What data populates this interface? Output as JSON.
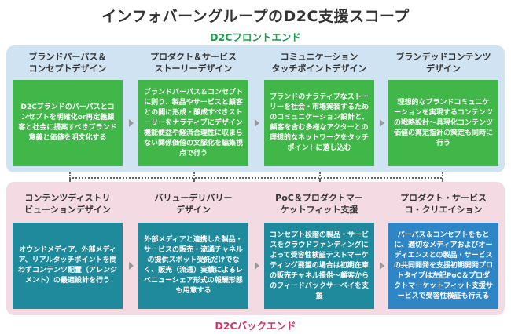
{
  "title": "インフォバーングループのD2C支援スコープ",
  "front": {
    "label": "D2Cフロントエンド",
    "columns": [
      {
        "title": "ブランドパーパス＆\nコンセプトデザイン",
        "body": "D2Cブランドのパーパスとコンセプトを明確化or再定義顧客と社会に提案すべきブランド意義と価値を明文化する"
      },
      {
        "title": "プロダクト＆サービス\nストーリーデザイン",
        "body": "ブランドパーパス＆コンセプトに則り、製品やサービスと顧客との間に形成・醸成すべきストーリーをナラティブにデザイン機能便益や経済合理性に収まらない関係価値の文脈化を編集視点で行う"
      },
      {
        "title": "コミュニケーション\nタッチポイントデザイン",
        "body": "ブランドのナラティブなストーリーを社会・市場実装するためのコミュニケーション設計と、顧客を含む多様なアクターとの理想的なネットワークをタッチポイントに落し込む"
      },
      {
        "title": "ブランデッドコンテンツ\nデザイン",
        "body": "理想的なブランドコミュニケーションを実現するコンテンツの戦略設計〜具現化コンテンツ価値の算定指針の策定も同時に行う"
      }
    ]
  },
  "back": {
    "label": "D2Cバックエンド",
    "columns": [
      {
        "title": "コンテンツディストリ\nビューションデザイン",
        "body": "オウンドメディア、外部メディア、リアルタッチポイントを問わずコンテンツ配置（アレンジメント）の最適設計を行う"
      },
      {
        "title": "バリューデリバリー\nデザイン",
        "body": "外部メディアと連携した製品・サービスの販売・流通チャネルの提供スポット受託だけでなく、販売（流通）実績によるレベニューシェア形式の報酬形態も用意する"
      },
      {
        "title": "PoC＆プロダクトマー\nケットフィット支援",
        "body": "コンセプト段階の製品・サービスをクラウドファンディングによって受容性検証テストマーケティング要望の場合は初期在庫の販売チャネル提供〜顧客からのフィードバックサーベイを支援"
      },
      {
        "title": "プロダクト・サービス\nコ・クリエイション",
        "body": "パーパス＆コンセプトをもとに、適切なメディアおよびオーディエンスとの製品・サービスの共同開発を支援初期開発プロトタイプは左記PoC＆プロダクトマーケットフィット支援サービスで受容性検証も行える"
      }
    ]
  },
  "colors": {
    "front_band": "#cfe3f3",
    "back_band": "#f4dbe3",
    "front_box": "#41b649",
    "back_box_teal": "#1e8a9c",
    "back_box_blue": "#2f86c7",
    "front_label": "#1e9e4a",
    "back_label": "#d6336c"
  }
}
